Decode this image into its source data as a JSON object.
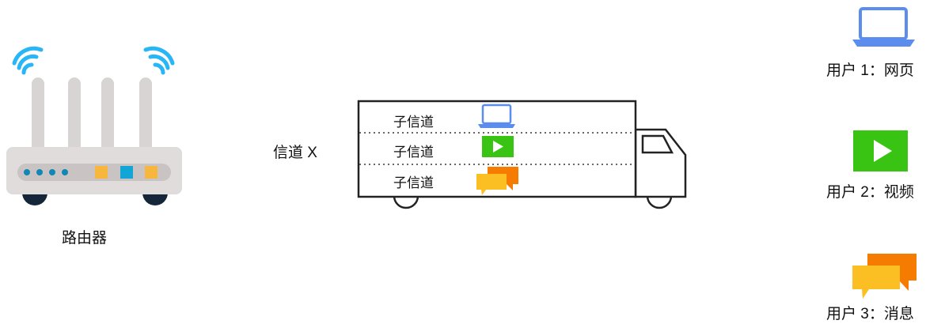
{
  "router": {
    "label": "路由器"
  },
  "channel": {
    "label": "信道 X"
  },
  "subchannels": [
    {
      "label": "子信道",
      "icon": "laptop-icon"
    },
    {
      "label": "子信道",
      "icon": "video-play-icon"
    },
    {
      "label": "子信道",
      "icon": "chat-bubbles-icon"
    }
  ],
  "users": [
    {
      "label": "用户 1：网页",
      "icon": "laptop-icon"
    },
    {
      "label": "用户 2：视频",
      "icon": "video-play-icon"
    },
    {
      "label": "用户 3：消息",
      "icon": "chat-bubbles-icon"
    }
  ],
  "colors": {
    "wifi": "#29b6f6",
    "laptop": "#5b8def",
    "video": "#39c414",
    "chat_front": "#fbbf24",
    "chat_back": "#f57c00",
    "router_body": "#e0dcdc",
    "router_wheels": "#16263a"
  }
}
